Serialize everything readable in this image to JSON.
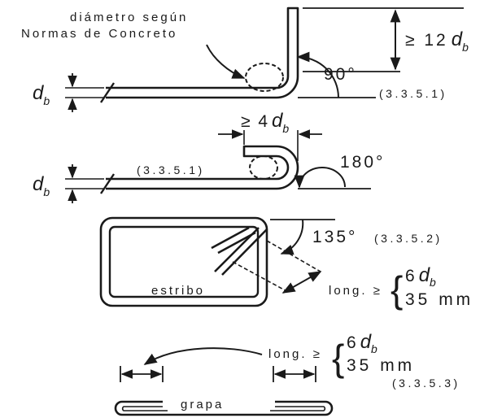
{
  "hook_90": {
    "note_line1": "diámetro según",
    "note_line2": "Normas de Concreto",
    "angle": "90°",
    "length_ge": "≥ 12",
    "length_var": "d",
    "length_sub": "b",
    "ref": "(3.3.5.1)",
    "db_var": "d",
    "db_sub": "b"
  },
  "hook_180": {
    "length_ge": "≥ 4",
    "length_var": "d",
    "length_sub": "b",
    "ref": "(3.3.5.1)",
    "angle": "180°",
    "db_var": "d",
    "db_sub": "b"
  },
  "stirrup": {
    "angle": "135°",
    "ref": "(3.3.5.2)",
    "label": "estribo",
    "long_label": "long. ≥",
    "brace": "{",
    "option1_num": "6",
    "option1_var": "d",
    "option1_sub": "b",
    "option2": "35 mm"
  },
  "tie": {
    "long_label": "long. ≥",
    "brace": "{",
    "option1_num": "6",
    "option1_var": "d",
    "option1_sub": "b",
    "option2": "35 mm",
    "ref": "(3.3.5.3)",
    "label": "grapa"
  }
}
